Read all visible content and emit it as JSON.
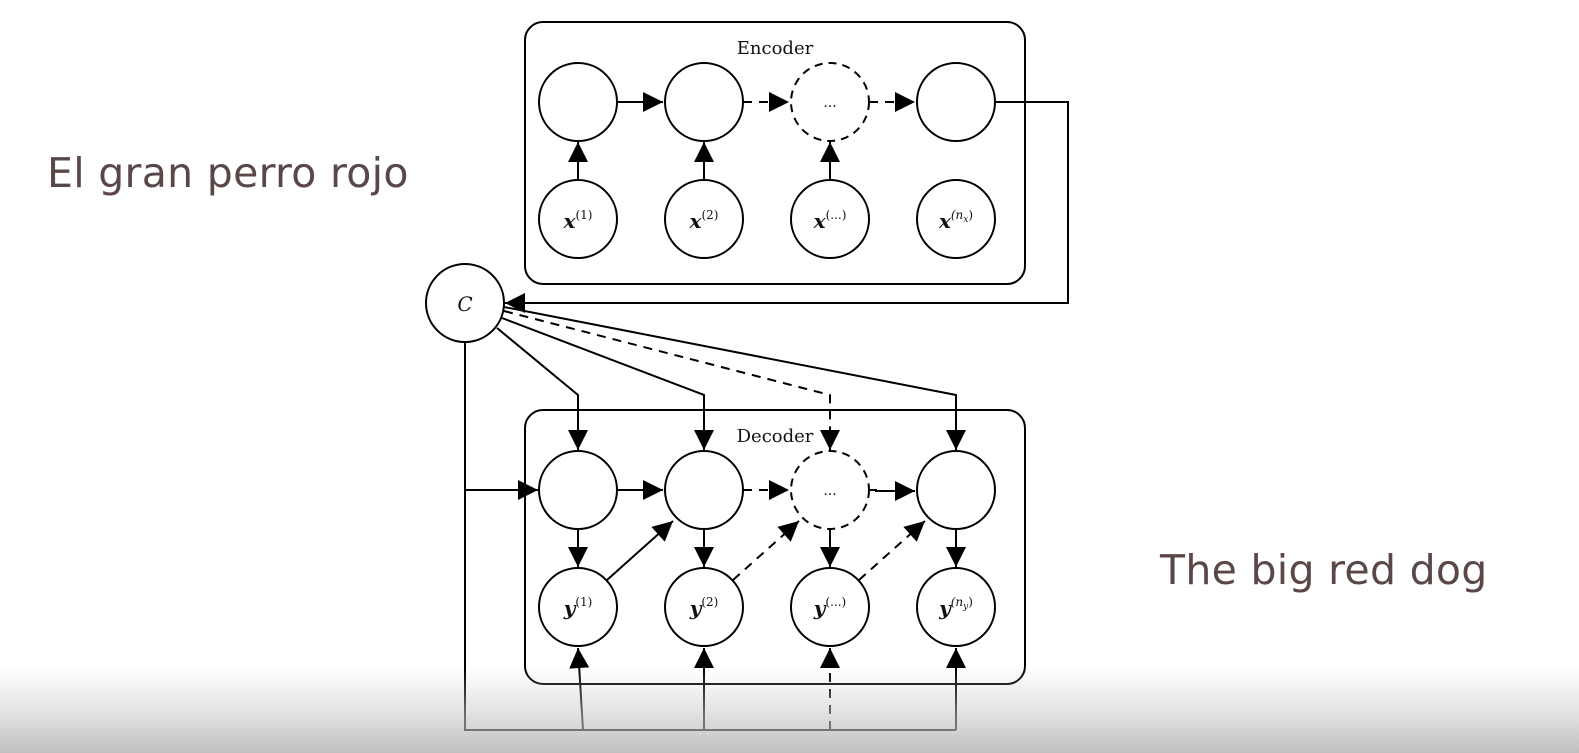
{
  "captions": {
    "source_sentence": "El gran perro rojo",
    "target_sentence": "The big red dog"
  },
  "diagram": {
    "encoder_label": "Encoder",
    "decoder_label": "Decoder",
    "context_label": "C",
    "ellipsis": "...",
    "inputs": [
      {
        "base": "x",
        "sup": "(1)"
      },
      {
        "base": "x",
        "sup": "(2)"
      },
      {
        "base": "x",
        "sup": "(...)"
      },
      {
        "base": "x",
        "sup": "(n",
        "sub": "x",
        "close": ")"
      }
    ],
    "outputs": [
      {
        "base": "y",
        "sup": "(1)"
      },
      {
        "base": "y",
        "sup": "(2)"
      },
      {
        "base": "y",
        "sup": "(...)"
      },
      {
        "base": "y",
        "sup": "(n",
        "sub": "y",
        "close": ")"
      }
    ]
  }
}
